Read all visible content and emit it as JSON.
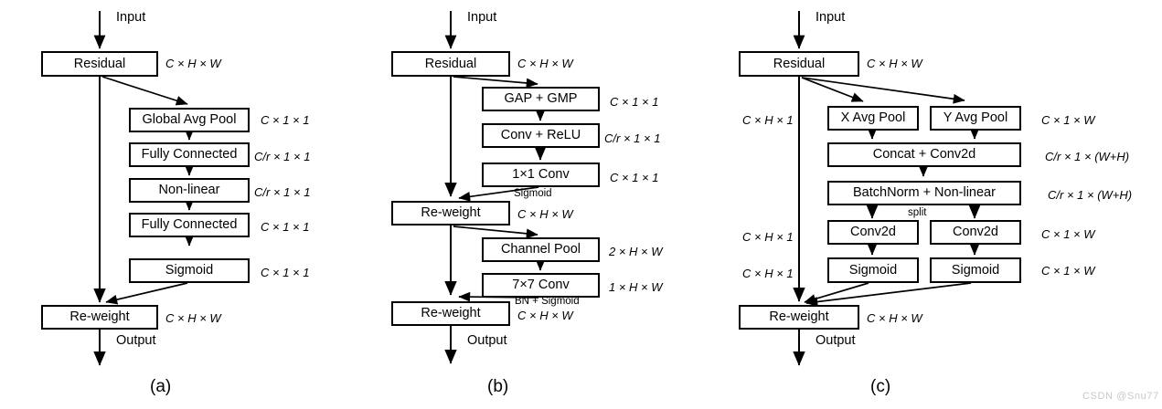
{
  "figure": {
    "watermark": "CSDN @Snu77",
    "panels": [
      {
        "id": "a",
        "caption": "(a)",
        "io": {
          "input": "Input",
          "output": "Output"
        },
        "nodes": [
          {
            "key": "residual",
            "label": "Residual"
          },
          {
            "key": "gap",
            "label": "Global Avg Pool"
          },
          {
            "key": "fc1",
            "label": "Fully Connected"
          },
          {
            "key": "nonlinear",
            "label": "Non-linear"
          },
          {
            "key": "fc2",
            "label": "Fully Connected"
          },
          {
            "key": "sigmoid",
            "label": "Sigmoid"
          },
          {
            "key": "reweight",
            "label": "Re-weight"
          }
        ],
        "dims": [
          {
            "key": "residual",
            "text": "C × H × W"
          },
          {
            "key": "gap",
            "text": "C × 1 × 1"
          },
          {
            "key": "fc1",
            "text": "C/r × 1 × 1"
          },
          {
            "key": "nonlinear",
            "text": "C/r × 1 × 1"
          },
          {
            "key": "fc2",
            "text": "C × 1 × 1"
          },
          {
            "key": "sigmoid",
            "text": "C × 1 × 1"
          },
          {
            "key": "reweight",
            "text": "C × H × W"
          }
        ]
      },
      {
        "id": "b",
        "caption": "(b)",
        "io": {
          "input": "Input",
          "output": "Output"
        },
        "nodes": [
          {
            "key": "residual",
            "label": "Residual"
          },
          {
            "key": "gapgmp",
            "label": "GAP + GMP"
          },
          {
            "key": "convrelu",
            "label": "Conv + ReLU"
          },
          {
            "key": "conv11",
            "label": "1×1 Conv"
          },
          {
            "key": "reweight1",
            "label": "Re-weight"
          },
          {
            "key": "chanpool",
            "label": "Channel Pool"
          },
          {
            "key": "conv77",
            "label": "7×7 Conv"
          },
          {
            "key": "reweight2",
            "label": "Re-weight"
          }
        ],
        "dims": [
          {
            "key": "residual",
            "text": "C × H × W"
          },
          {
            "key": "gapgmp",
            "text": "C × 1 × 1"
          },
          {
            "key": "convrelu",
            "text": "C/r × 1 × 1"
          },
          {
            "key": "conv11",
            "text": "C × 1 × 1"
          },
          {
            "key": "reweight1",
            "text": "C × H × W"
          },
          {
            "key": "chanpool",
            "text": "2 × H × W"
          },
          {
            "key": "conv77",
            "text": "1 × H × W"
          },
          {
            "key": "reweight2",
            "text": "C × H × W"
          }
        ],
        "annotations": [
          {
            "key": "sigmoid-note",
            "text": "Sigmoid"
          },
          {
            "key": "bn-sigmoid-note",
            "text": "BN + Sigmoid"
          }
        ]
      },
      {
        "id": "c",
        "caption": "(c)",
        "io": {
          "input": "Input",
          "output": "Output"
        },
        "nodes": [
          {
            "key": "residual",
            "label": "Residual"
          },
          {
            "key": "xavgpool",
            "label": "X Avg Pool"
          },
          {
            "key": "yavgpool",
            "label": "Y Avg Pool"
          },
          {
            "key": "concat",
            "label": "Concat + Conv2d"
          },
          {
            "key": "batchnorm",
            "label": "BatchNorm + Non-linear"
          },
          {
            "key": "conv2d_l",
            "label": "Conv2d"
          },
          {
            "key": "conv2d_r",
            "label": "Conv2d"
          },
          {
            "key": "sigmoid_l",
            "label": "Sigmoid"
          },
          {
            "key": "sigmoid_r",
            "label": "Sigmoid"
          },
          {
            "key": "reweight",
            "label": "Re-weight"
          }
        ],
        "dims_right": [
          {
            "key": "residual",
            "text": "C × H × W"
          },
          {
            "key": "yavgpool",
            "text": "C × 1 × W"
          },
          {
            "key": "concat",
            "text": "C/r × 1 × (W+H)"
          },
          {
            "key": "batchnorm",
            "text": "C/r × 1 × (W+H)"
          },
          {
            "key": "conv2d_r",
            "text": "C × 1 × W"
          },
          {
            "key": "sigmoid_r",
            "text": "C × 1 × W"
          },
          {
            "key": "reweight",
            "text": "C × H × W"
          }
        ],
        "dims_left": [
          {
            "key": "xavgpool",
            "text": "C × H × 1"
          },
          {
            "key": "conv2d_l",
            "text": "C × H × 1"
          },
          {
            "key": "sigmoid_l",
            "text": "C × H × 1"
          }
        ],
        "annotations": [
          {
            "key": "split-note",
            "text": "split"
          }
        ]
      }
    ]
  }
}
